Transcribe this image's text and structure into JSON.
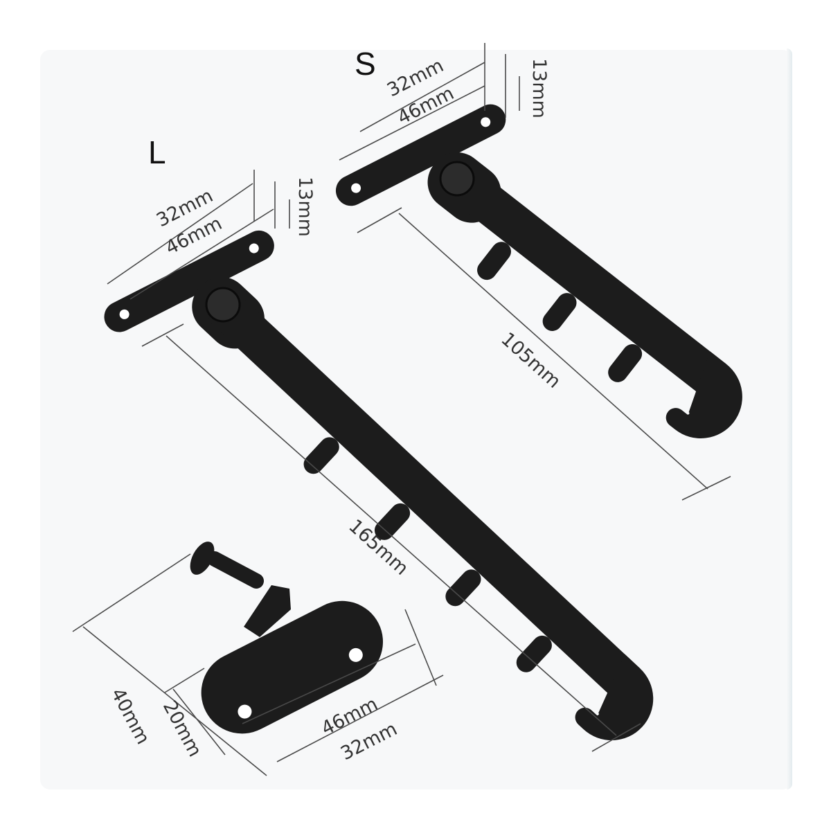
{
  "labels": {
    "size_l": "L",
    "size_s": "S"
  },
  "large_stay": {
    "plate_hole_spacing": "32mm",
    "plate_length": "46mm",
    "plate_width": "13mm",
    "arm_length": "165mm"
  },
  "small_stay": {
    "plate_hole_spacing": "32mm",
    "plate_length": "46mm",
    "plate_width": "13mm",
    "arm_length": "105mm"
  },
  "pin_base": {
    "height": "40mm",
    "width": "20mm",
    "length": "46mm",
    "hole_spacing": "32mm"
  },
  "colors": {
    "metal": "#1c1c1c",
    "background": "#ffffff",
    "panel": "#f7f8f9",
    "dimension_line": "#4a4a4a"
  }
}
